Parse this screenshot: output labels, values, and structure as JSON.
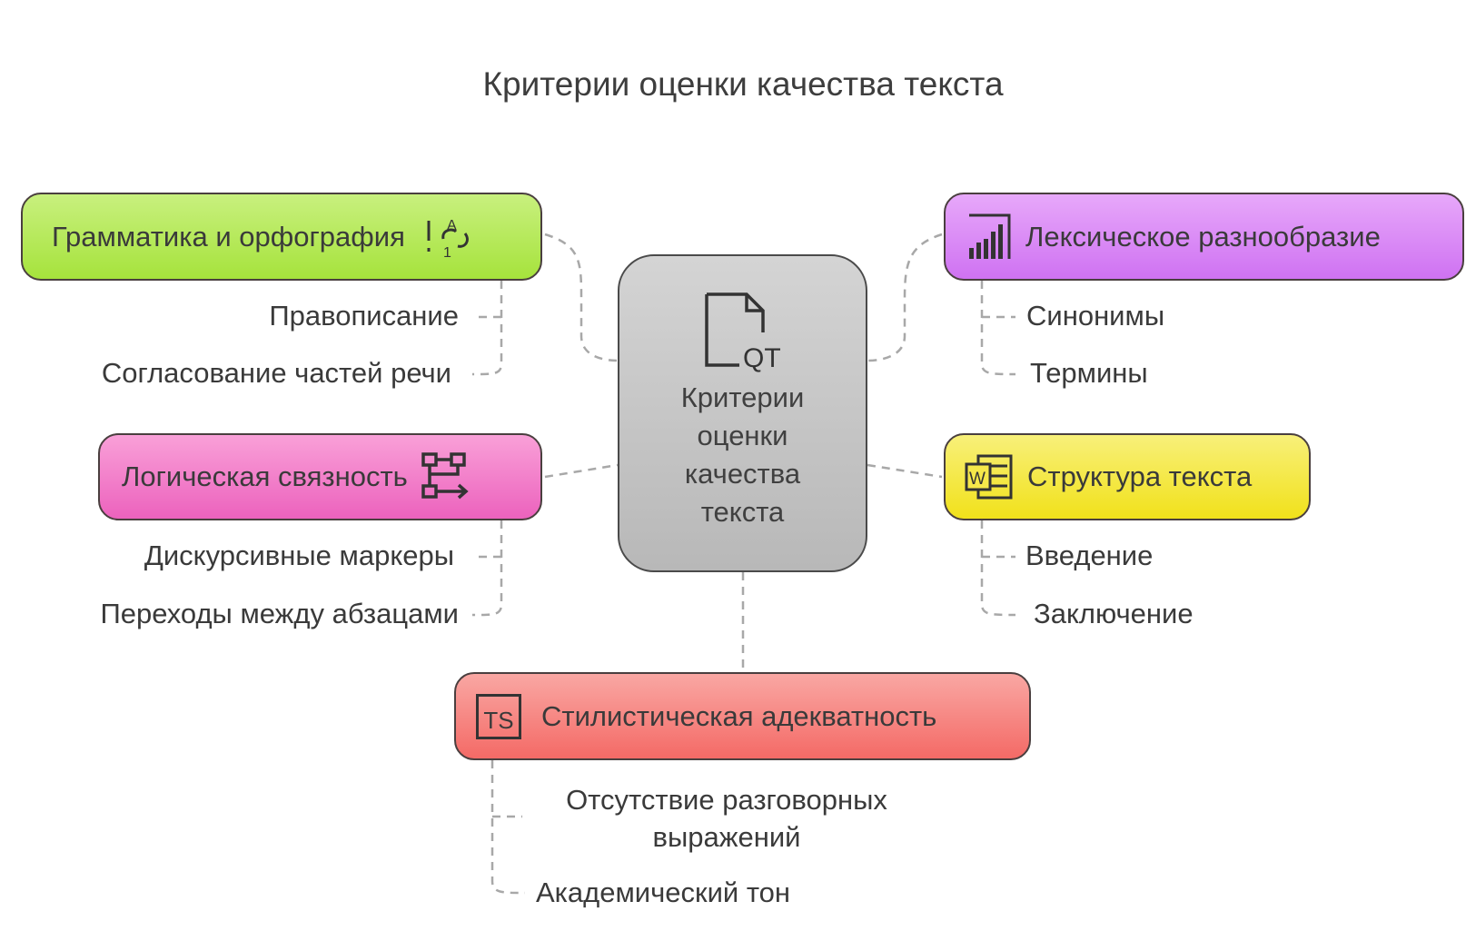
{
  "title": "Критерии оценки качества текста",
  "center": {
    "label": "Критерии\nоценки\nкачества\nтекста",
    "icon": "document-qt-icon",
    "icon_text": "QT"
  },
  "branches": [
    {
      "label": "Грамматика и орфография",
      "icon": "spelling-check-icon",
      "color": "#b5ea5a",
      "items": [
        "Правописание",
        "Согласование частей речи"
      ]
    },
    {
      "label": "Лексическое разнообразие",
      "icon": "bar-chart-icon",
      "color": "#d98af5",
      "items": [
        "Синонимы",
        "Термины"
      ]
    },
    {
      "label": "Логическая связность",
      "icon": "flow-diagram-icon",
      "color": "#f07dc8",
      "items": [
        "Дискурсивные маркеры",
        "Переходы между абзацами"
      ]
    },
    {
      "label": "Структура текста",
      "icon": "word-document-icon",
      "color": "#f5e84a",
      "icon_text": "W",
      "items": [
        "Введение",
        "Заключение"
      ]
    },
    {
      "label": "Стилистическая адекватность",
      "icon": "typescript-icon",
      "color": "#f57f7a",
      "icon_text": "TS",
      "items": [
        "Отсутствие разговорных выражений",
        "Академический тон"
      ]
    }
  ]
}
